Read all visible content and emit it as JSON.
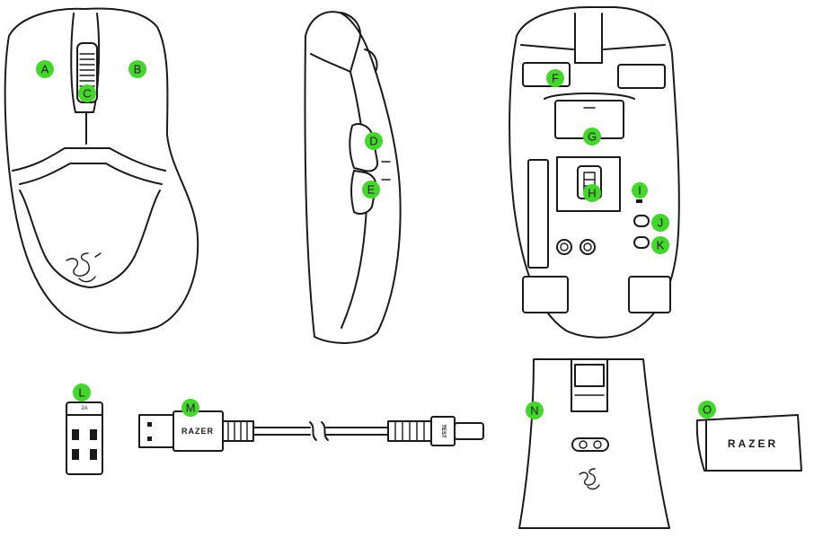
{
  "brand": {
    "cable_text": "RAZER",
    "dongle_text": "RAZER",
    "cable_tag": "TEST",
    "dongle_small": "2A"
  },
  "colors": {
    "label_fill": "#44d62c",
    "line": "#1a1a1a",
    "background": "#ffffff"
  },
  "callouts": [
    {
      "id": "A",
      "text": "A"
    },
    {
      "id": "B",
      "text": "B"
    },
    {
      "id": "C",
      "text": "C"
    },
    {
      "id": "D",
      "text": "D"
    },
    {
      "id": "E",
      "text": "E"
    },
    {
      "id": "F",
      "text": "F"
    },
    {
      "id": "G",
      "text": "G"
    },
    {
      "id": "H",
      "text": "H"
    },
    {
      "id": "I",
      "text": "I"
    },
    {
      "id": "J",
      "text": "J"
    },
    {
      "id": "K",
      "text": "K"
    },
    {
      "id": "L",
      "text": "L"
    },
    {
      "id": "M",
      "text": "M"
    },
    {
      "id": "N",
      "text": "N"
    },
    {
      "id": "O",
      "text": "O"
    }
  ]
}
